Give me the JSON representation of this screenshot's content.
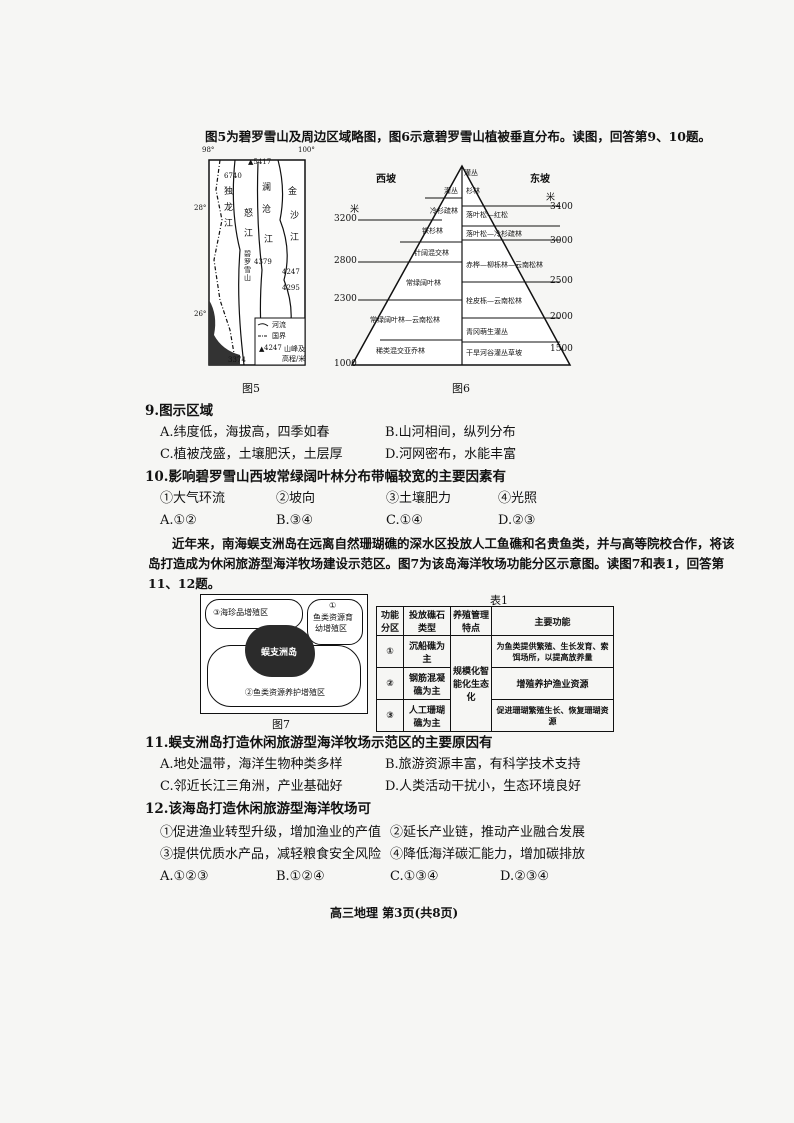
{
  "intro_9_10": "图5为碧罗雪山及周边区域略图，图6示意碧罗雪山植被垂直分布。读图，回答第9、10题。",
  "fig5": {
    "caption": "图5",
    "lon_left": "98°",
    "lon_right": "100°",
    "lat_top": "28°",
    "lat_bottom": "26°",
    "peak_top": "5417",
    "peak_n": "6740",
    "peak_mid": "4379",
    "peak_e": "4247",
    "peak_e2": "4295",
    "peak_sw": "3374",
    "rivers": [
      "独",
      "龙",
      "江",
      "怒",
      "江",
      "澜",
      "沧",
      "江",
      "金",
      "沙",
      "江"
    ],
    "mountain_label": "碧罗雪山",
    "legend": {
      "river": "河流",
      "border": "国界",
      "peak_value": "4247",
      "peak": "山峰及",
      "peak2": "高程/米"
    }
  },
  "fig6": {
    "caption": "图6",
    "west": "西坡",
    "east": "东坡",
    "unit_left": "米",
    "unit_right": "米",
    "left_ticks": [
      "3200",
      "2800",
      "2300",
      "1000"
    ],
    "right_ticks": [
      "3400",
      "3000",
      "2500",
      "2000",
      "1500"
    ],
    "top_label": "灌丛",
    "west_zones": [
      "灌丛",
      "冷杉疏林",
      "铁杉林",
      "针阔混交林",
      "常绿阔叶林",
      "常绿阔叶林—云南松林",
      "稀类混交亚乔林"
    ],
    "east_zones": [
      "杉林",
      "落叶松—红松",
      "落叶松—冷杉疏林",
      "赤桦—柳栎林—云南松林",
      "栓皮栎—云南松林",
      "青冈萌生灌丛",
      "干旱河谷灌丛草坡"
    ]
  },
  "q9": {
    "stem": "9.图示区域",
    "A": "A.纬度低，海拔高，四季如春",
    "B": "B.山河相间，纵列分布",
    "C": "C.植被茂盛，土壤肥沃，土层厚",
    "D": "D.河网密布，水能丰富"
  },
  "q10": {
    "stem": "10.影响碧罗雪山西坡常绿阔叶林分布带幅较宽的主要因素有",
    "items": [
      "①大气环流",
      "②坡向",
      "③土壤肥力",
      "④光照"
    ],
    "A": "A.①②",
    "B": "B.③④",
    "C": "C.①④",
    "D": "D.②③"
  },
  "para_11_12": "近年来，南海蜈支洲岛在远离自然珊瑚礁的深水区投放人工鱼礁和名贵鱼类，并与高等院校合作，将该岛打造成为休闲旅游型海洋牧场建设示范区。图7为该岛海洋牧场功能分区示意图。读图7和表1，回答第11、12题。",
  "fig7": {
    "caption": "图7",
    "zone1": "③海珍品增殖区",
    "zone2a": "①",
    "zone2b": "鱼类资源育",
    "zone2c": "幼增殖区",
    "island": "蜈支洲岛",
    "zone3": "②鱼类资源养护增殖区"
  },
  "table1": {
    "title": "表1",
    "headers": [
      "功能分区",
      "投放礁石类型",
      "养殖管理特点",
      "主要功能"
    ],
    "rows": [
      {
        "zone": "①",
        "type": "沉船礁为主",
        "func": "为鱼类提供繁殖、生长发育、索饵场所，以提高放养量"
      },
      {
        "zone": "②",
        "type": "钢筋混凝礁为主",
        "func": "增殖养护渔业资源"
      },
      {
        "zone": "③",
        "type": "人工珊瑚礁为主",
        "func": "促进珊瑚繁殖生长、恢复珊瑚资源"
      }
    ],
    "mgmt": "规模化智能化生态化"
  },
  "q11": {
    "stem": "11.蜈支洲岛打造休闲旅游型海洋牧场示范区的主要原因有",
    "A": "A.地处温带，海洋生物种类多样",
    "B": "B.旅游资源丰富，有科学技术支持",
    "C": "C.邻近长江三角洲，产业基础好",
    "D": "D.人类活动干扰小，生态环境良好"
  },
  "q12": {
    "stem": "12.该海岛打造休闲旅游型海洋牧场可",
    "item1": "①促进渔业转型升级，增加渔业的产值",
    "item2": "②延长产业链，推动产业融合发展",
    "item3": "③提供优质水产品，减轻粮食安全风险",
    "item4": "④降低海洋碳汇能力，增加碳排放",
    "A": "A.①②③",
    "B": "B.①②④",
    "C": "C.①③④",
    "D": "D.②③④"
  },
  "footer": "高三地理  第3页(共8页)"
}
